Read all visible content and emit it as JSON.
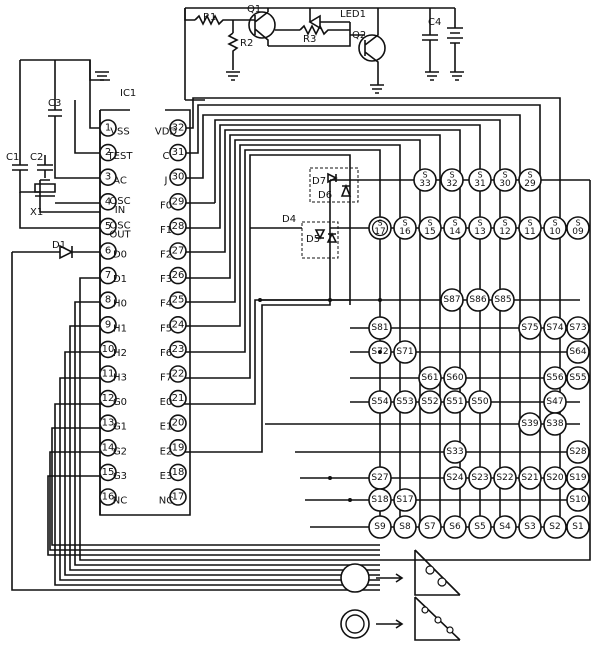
{
  "ic": {
    "name": "IC1",
    "left_pins": [
      {
        "num": "1",
        "label": "VSS"
      },
      {
        "num": "2",
        "label": "TEST"
      },
      {
        "num": "3",
        "label": "AC"
      },
      {
        "num": "4",
        "label": "OSC IN"
      },
      {
        "num": "5",
        "label": "OSC OUT"
      },
      {
        "num": "6",
        "label": "D0"
      },
      {
        "num": "7",
        "label": "D1"
      },
      {
        "num": "8",
        "label": "H0"
      },
      {
        "num": "9",
        "label": "H1"
      },
      {
        "num": "10",
        "label": "H2"
      },
      {
        "num": "11",
        "label": "H3"
      },
      {
        "num": "12",
        "label": "G0"
      },
      {
        "num": "13",
        "label": "G1"
      },
      {
        "num": "14",
        "label": "G2"
      },
      {
        "num": "15",
        "label": "G3"
      },
      {
        "num": "16",
        "label": "NC"
      }
    ],
    "right_pins": [
      {
        "num": "32",
        "label": "VDD"
      },
      {
        "num": "31",
        "label": "C"
      },
      {
        "num": "30",
        "label": "J"
      },
      {
        "num": "29",
        "label": "F0"
      },
      {
        "num": "28",
        "label": "F1"
      },
      {
        "num": "27",
        "label": "F2"
      },
      {
        "num": "26",
        "label": "F3"
      },
      {
        "num": "25",
        "label": "F4"
      },
      {
        "num": "24",
        "label": "F5"
      },
      {
        "num": "23",
        "label": "F6"
      },
      {
        "num": "22",
        "label": "F7"
      },
      {
        "num": "21",
        "label": "E0"
      },
      {
        "num": "20",
        "label": "E1"
      },
      {
        "num": "19",
        "label": "E2"
      },
      {
        "num": "18",
        "label": "E3"
      },
      {
        "num": "17",
        "label": "NC"
      }
    ]
  },
  "components": {
    "r1": "R1",
    "r2": "R2",
    "r3": "R3",
    "q1": "Q1",
    "q2": "Q2",
    "led": "LED1",
    "c4": "C4",
    "c1": "C1",
    "c2": "C2",
    "c3": "C3",
    "x1": "X1",
    "d1": "D1",
    "d4": "D4",
    "d5": "D5",
    "d6": "D6",
    "d7": "D7"
  },
  "switch_rows": {
    "top": [
      "33",
      "32",
      "31",
      "30",
      "29"
    ],
    "second": [
      "17",
      "16",
      "15",
      "14",
      "13",
      "12",
      "11",
      "10",
      "09"
    ],
    "r87": [
      "S87",
      "S86",
      "S85"
    ],
    "r81": [
      "S81",
      "S75",
      "S74",
      "S73"
    ],
    "r72": [
      "S72",
      "S71",
      "S64"
    ],
    "r61": [
      "S61",
      "S60",
      "S56",
      "S55"
    ],
    "r54": [
      "S54",
      "S53",
      "S52",
      "S51",
      "S50",
      "S47"
    ],
    "r39": [
      "S39",
      "S38"
    ],
    "r33": [
      "S33",
      "S28"
    ],
    "r27": [
      "S27",
      "S24",
      "S23",
      "S22",
      "S21",
      "S20",
      "S19"
    ],
    "r18": [
      "S18",
      "S17",
      "S10"
    ],
    "bottom": [
      "S9",
      "S8",
      "S7",
      "S6",
      "S5",
      "S4",
      "S3",
      "S2",
      "S1"
    ]
  }
}
